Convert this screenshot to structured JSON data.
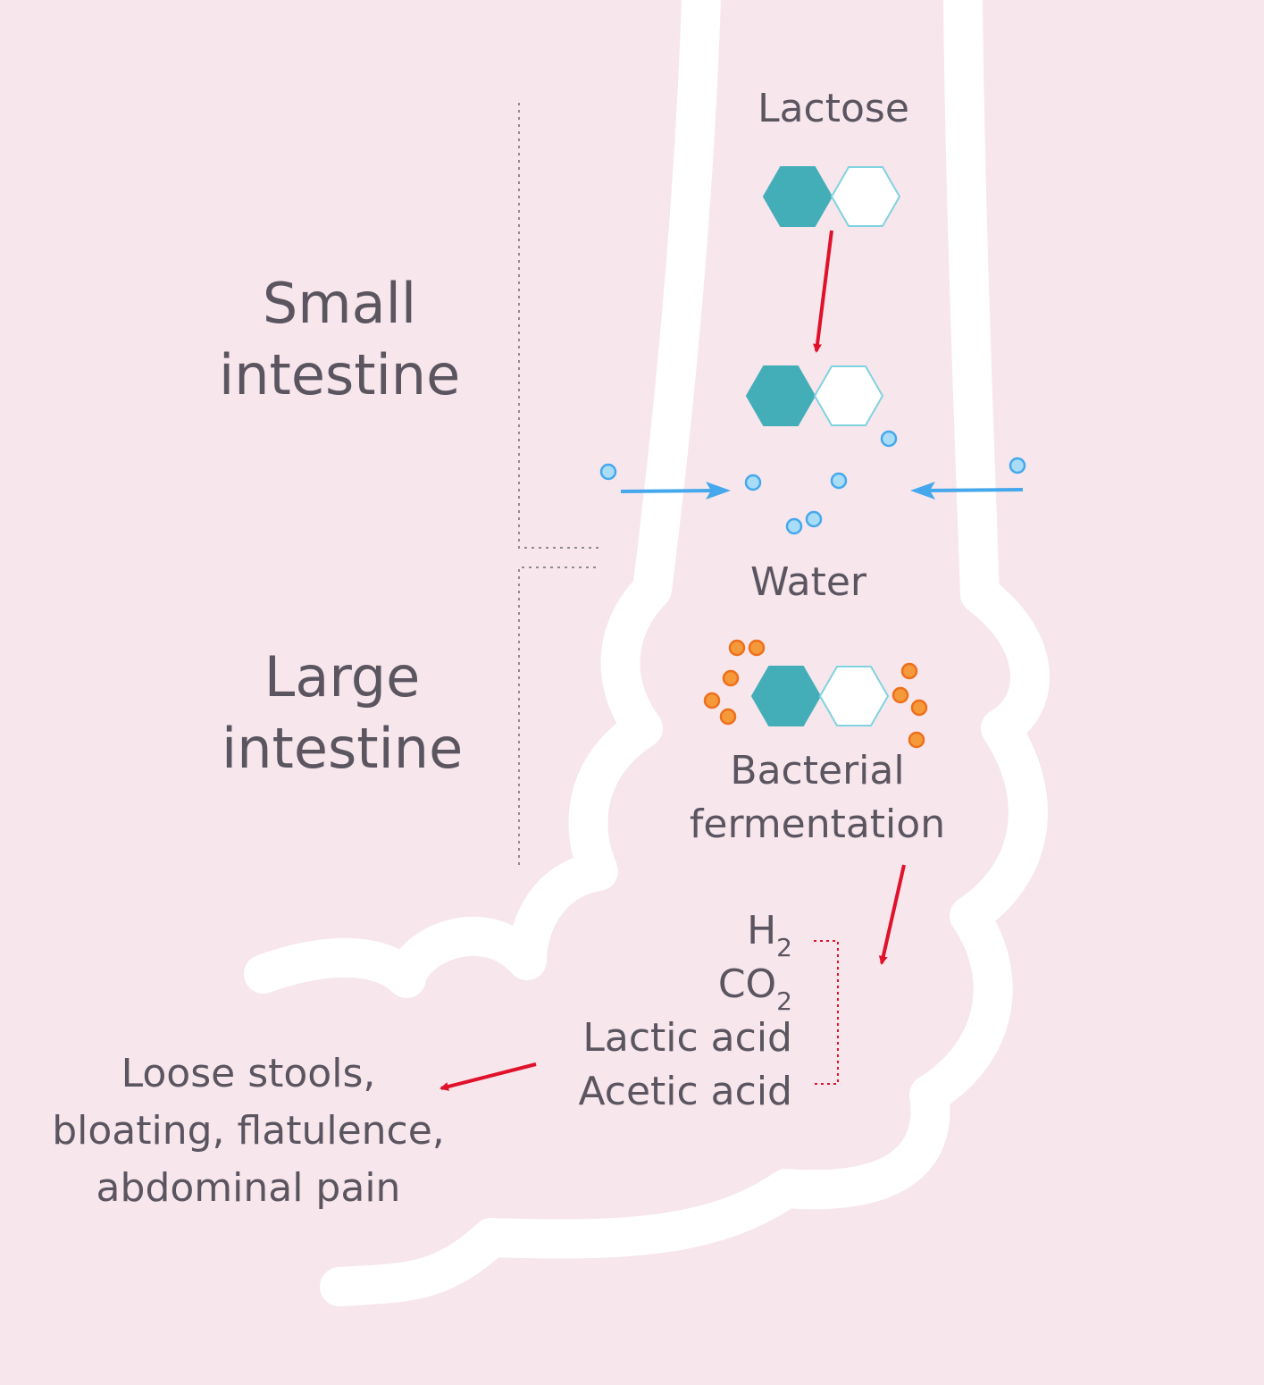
{
  "labels": {
    "small_intestine": [
      "Small",
      "intestine"
    ],
    "large_intestine": [
      "Large",
      "intestine"
    ],
    "lactose": "Lactose",
    "water": "Water",
    "bacterial_fermentation": [
      "Bacterial",
      "fermentation"
    ],
    "products": {
      "h2": "H",
      "h2_sub": "2",
      "co2": "CO",
      "co2_sub": "2",
      "lactic_acid": "Lactic acid",
      "acetic_acid": "Acetic acid"
    },
    "symptoms": [
      "Loose stools,",
      "bloating, flatulence,",
      "abdominal pain"
    ]
  },
  "colors": {
    "background": "#f7e6ec",
    "intestine_wall": "#ffffff",
    "text": "#5b5560",
    "molecule_fill": "#44aeb8",
    "molecule_outline": "#7fd3e0",
    "arrow_red": "#e0122b",
    "arrow_blue": "#45a8ec",
    "water_drop": "#a9dcf6",
    "bacteria": "#f59a3a",
    "divider": "#8e8a90"
  }
}
